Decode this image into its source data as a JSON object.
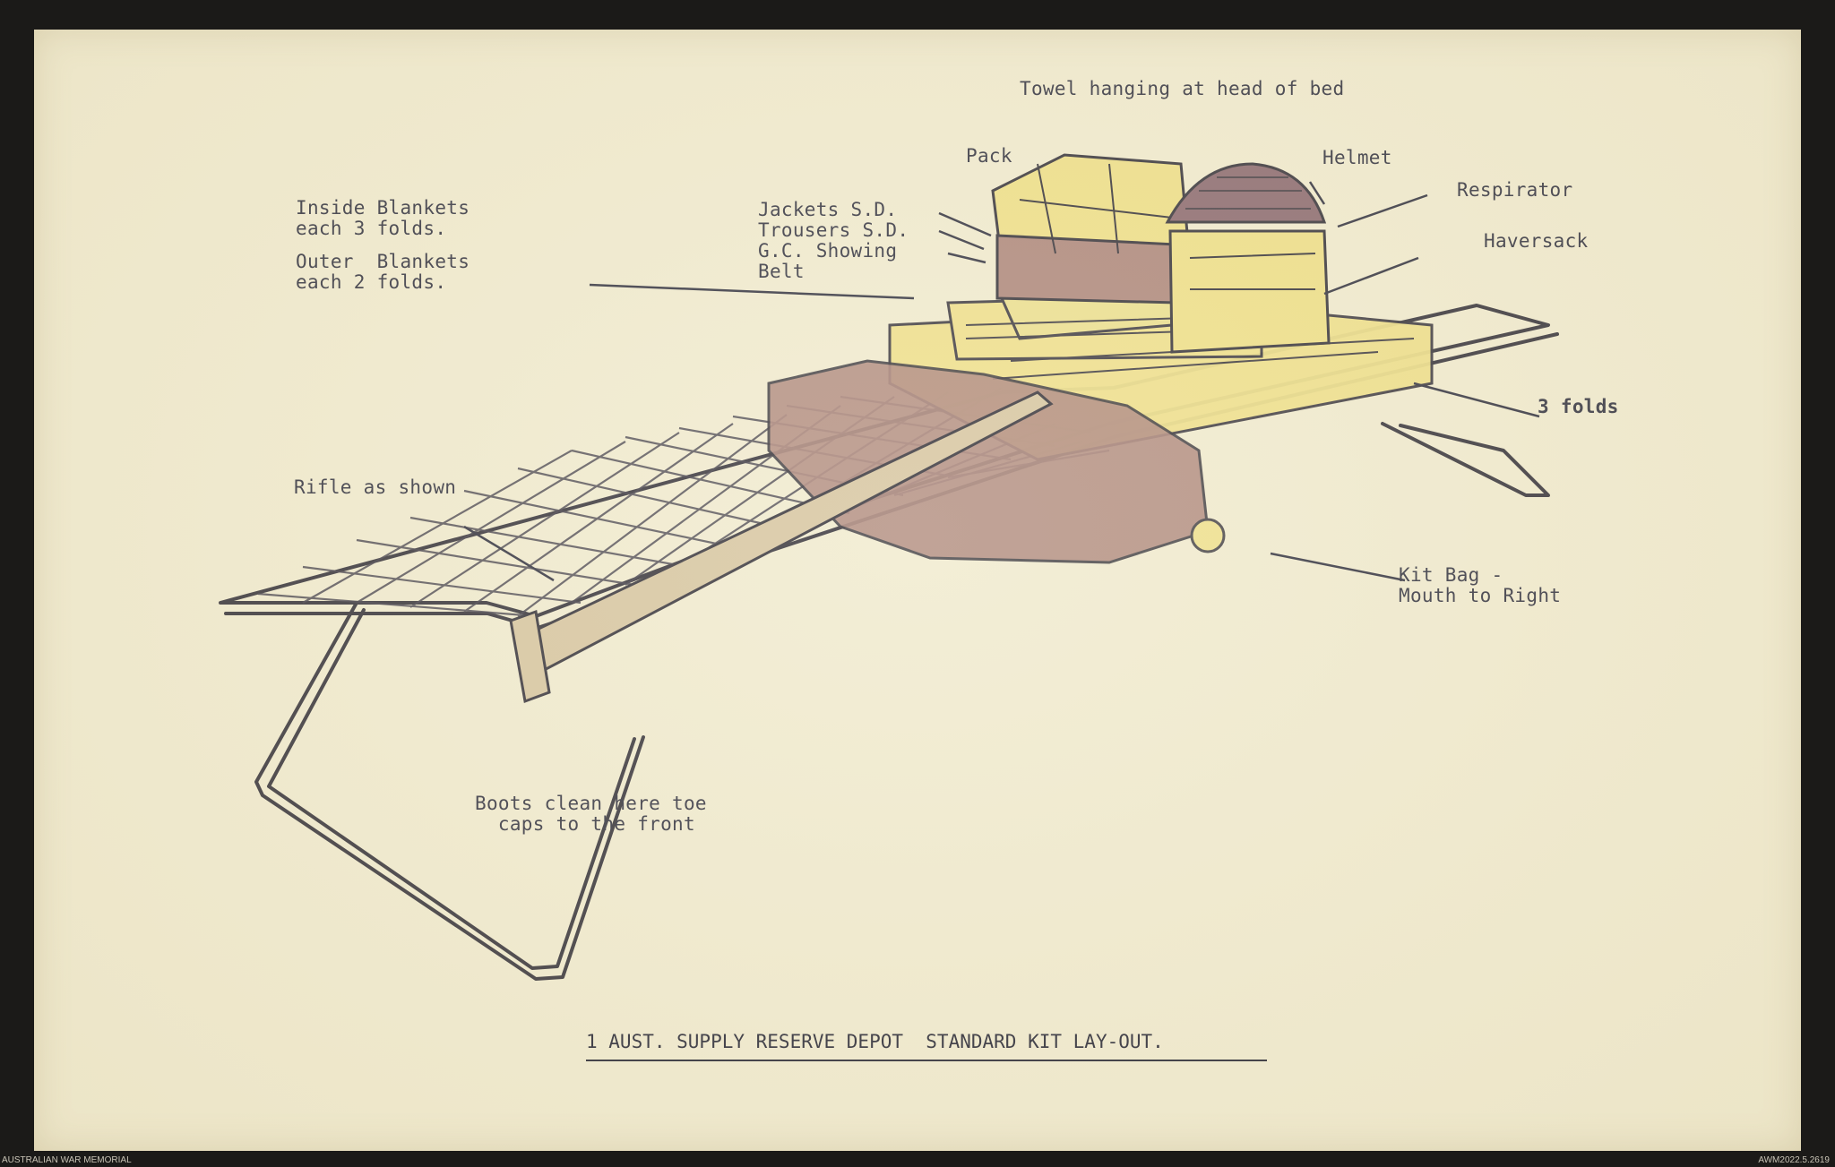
{
  "labels": {
    "towel": "Towel hanging at head of bed",
    "pack": "Pack",
    "helmet": "Helmet",
    "respirator": "Respirator",
    "haversack": "Haversack",
    "inside_blankets": "Inside Blankets\neach 3 folds.",
    "outer_blankets": "Outer  Blankets\neach 2 folds.",
    "jackets": "Jackets S.D.\nTrousers S.D.\nG.C. Showing\nBelt",
    "three_folds": "3 folds",
    "rifle": "Rifle as shown",
    "kit_bag": "Kit Bag -\nMouth to Right",
    "boots": "Boots clean here toe\n  caps to the front"
  },
  "title": "1 AUST. SUPPLY RESERVE DEPOT  STANDARD KIT LAY-OUT.",
  "footer": {
    "left": "AUSTRALIAN WAR MEMORIAL",
    "right": "AWM2022.5.2619"
  },
  "colors": {
    "paper": "#f1ebcf",
    "ink": "#3a3a46",
    "yellow_wash": "#efe08a",
    "mauve_wash": "#b08a7e"
  }
}
